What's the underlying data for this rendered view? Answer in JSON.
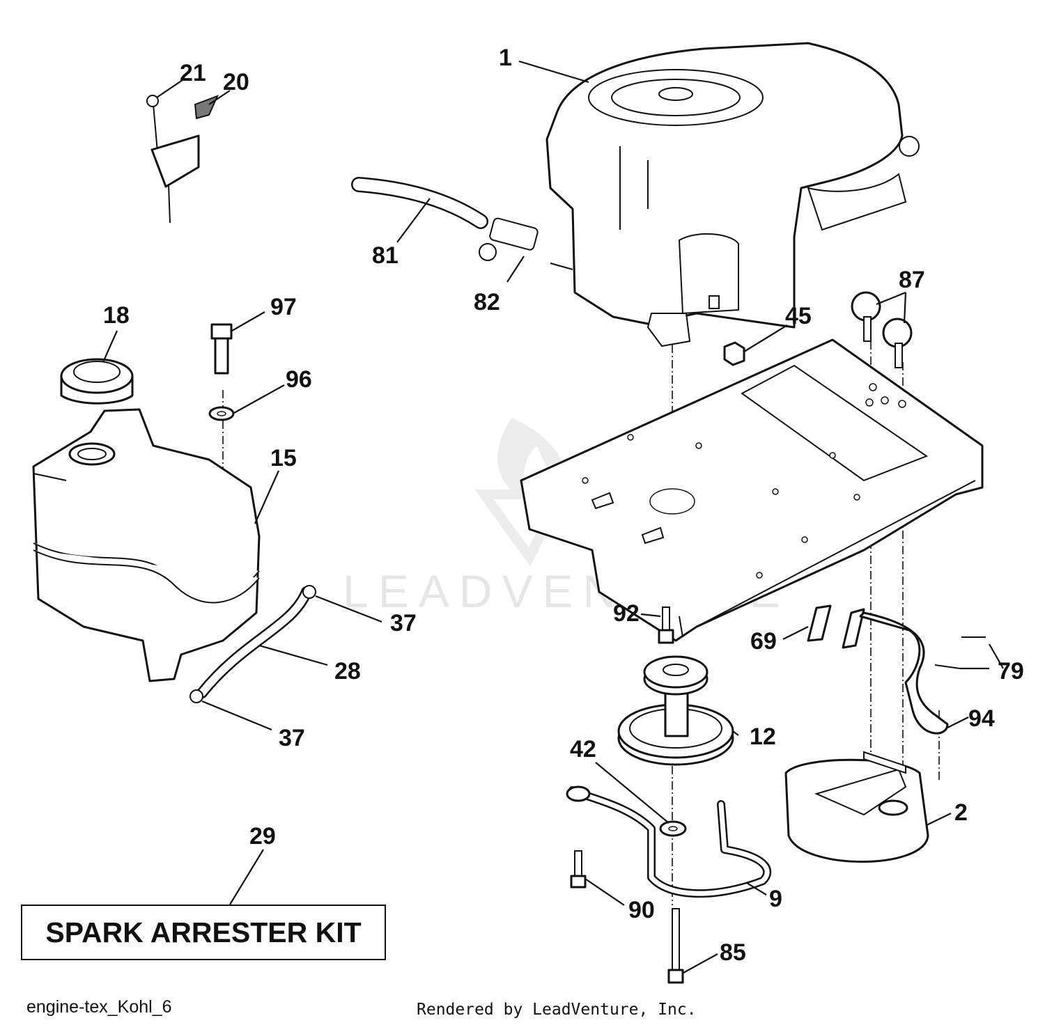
{
  "watermark": "LEADVENTURE",
  "kit_label": "SPARK ARRESTER KIT",
  "diagram_id": "engine-tex_Kohl_6",
  "rendered_by": "Rendered by LeadVenture, Inc.",
  "callouts": {
    "c1": "1",
    "c21": "21",
    "c20": "20",
    "c81": "81",
    "c82": "82",
    "c18": "18",
    "c97": "97",
    "c96": "96",
    "c15": "15",
    "c87": "87",
    "c45": "45",
    "c37a": "37",
    "c28": "28",
    "c37b": "37",
    "c92": "92",
    "c69": "69",
    "c79": "79",
    "c94": "94",
    "c12": "12",
    "c42": "42",
    "c2": "2",
    "c29": "29",
    "c9": "9",
    "c90": "90",
    "c85": "85"
  }
}
